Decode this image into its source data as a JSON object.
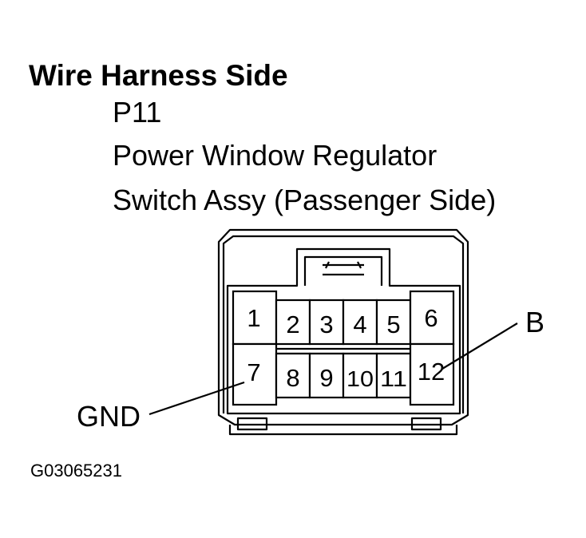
{
  "heading": {
    "title": "Wire Harness Side",
    "connector_code": "P11",
    "description_line1": "Power Window Regulator",
    "description_line2": "Switch Assy (Passenger Side)"
  },
  "connector": {
    "pins": [
      "1",
      "2",
      "3",
      "4",
      "5",
      "6",
      "7",
      "8",
      "9",
      "10",
      "11",
      "12"
    ],
    "callouts": [
      {
        "label": "GND",
        "pin": "7"
      },
      {
        "label": "B",
        "pin": "12"
      }
    ]
  },
  "figure_id": "G03065231"
}
